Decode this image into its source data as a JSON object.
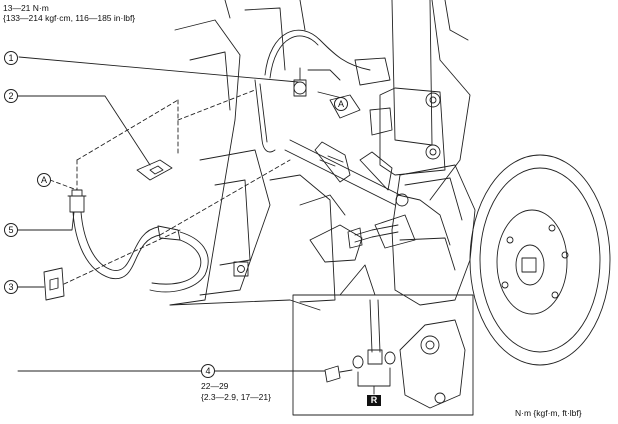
{
  "torque_top": {
    "line1": "13—21 N·m",
    "line2": "{133—214 kgf·cm, 116—185 in·lbf}"
  },
  "torque_bottom": {
    "line1": "22—29",
    "line2": "{2.3—2.9, 17—21}"
  },
  "callouts": {
    "c1": "1",
    "c2": "2",
    "c3": "3",
    "c4": "4",
    "c5": "5",
    "a_left": "A",
    "a_right": "A",
    "r_mark": "R"
  },
  "units_note": "N·m {kgf·m, ft·lbf}"
}
